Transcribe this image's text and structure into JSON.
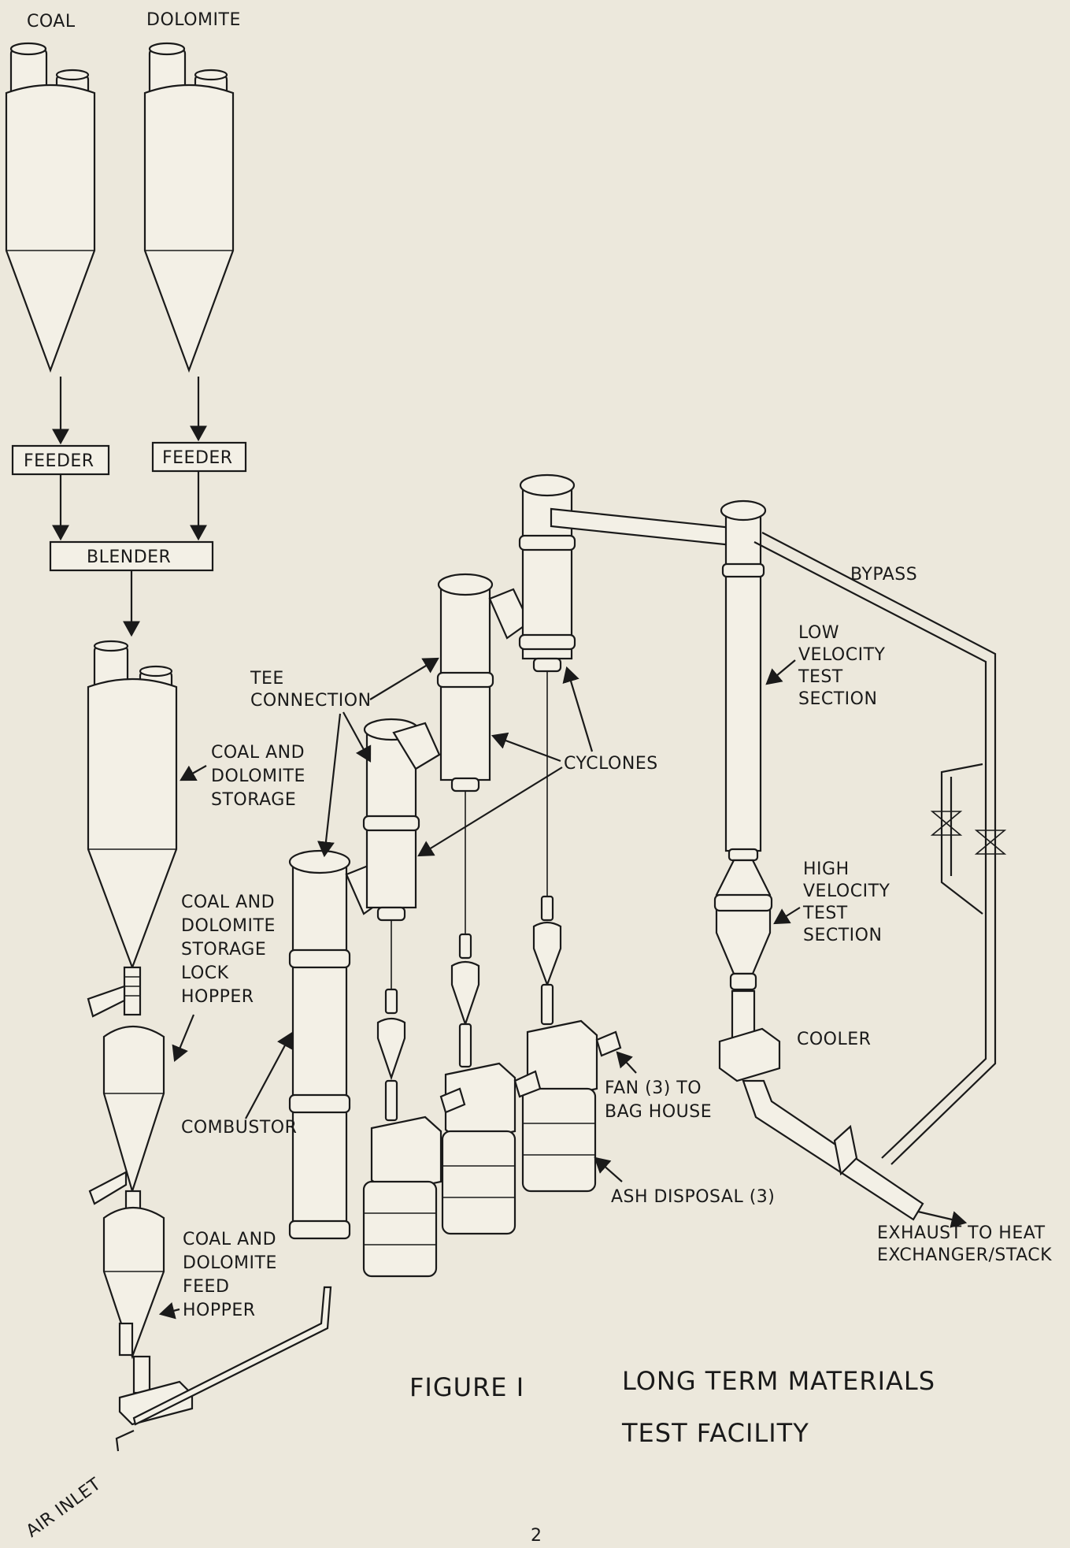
{
  "labels": {
    "coal": "COAL",
    "dolomite": "DOLOMITE",
    "feeder_left": "FEEDER",
    "feeder_right": "FEEDER",
    "blender": "BLENDER",
    "storage": [
      "COAL AND",
      "DOLOMITE",
      "STORAGE"
    ],
    "lock_hopper": [
      "COAL AND",
      "DOLOMITE",
      "STORAGE",
      "LOCK",
      "HOPPER"
    ],
    "feed_hopper": [
      "COAL AND",
      "DOLOMITE",
      "FEED",
      "HOPPER"
    ],
    "air_inlet": "AIR INLET",
    "tee_connection": [
      "TEE",
      "CONNECTION"
    ],
    "cyclones": "CYCLONES",
    "combustor": "COMBUSTOR",
    "bypass": "BYPASS",
    "low_velocity": [
      "LOW",
      "VELOCITY",
      "TEST",
      "SECTION"
    ],
    "high_velocity": [
      "HIGH",
      "VELOCITY",
      "TEST",
      "SECTION"
    ],
    "cooler": "COOLER",
    "fan": [
      "FAN (3) TO",
      "BAG HOUSE"
    ],
    "ash_disposal": "ASH DISPOSAL (3)",
    "exhaust": [
      "EXHAUST TO HEAT",
      "EXCHANGER/STACK"
    ]
  },
  "caption": {
    "figure": "FIGURE I",
    "title_line1": "LONG TERM MATERIALS",
    "title_line2": "TEST FACILITY"
  },
  "page_number": "2",
  "colors": {
    "paper": "#ece8dc",
    "ink": "#1a1a1a"
  }
}
